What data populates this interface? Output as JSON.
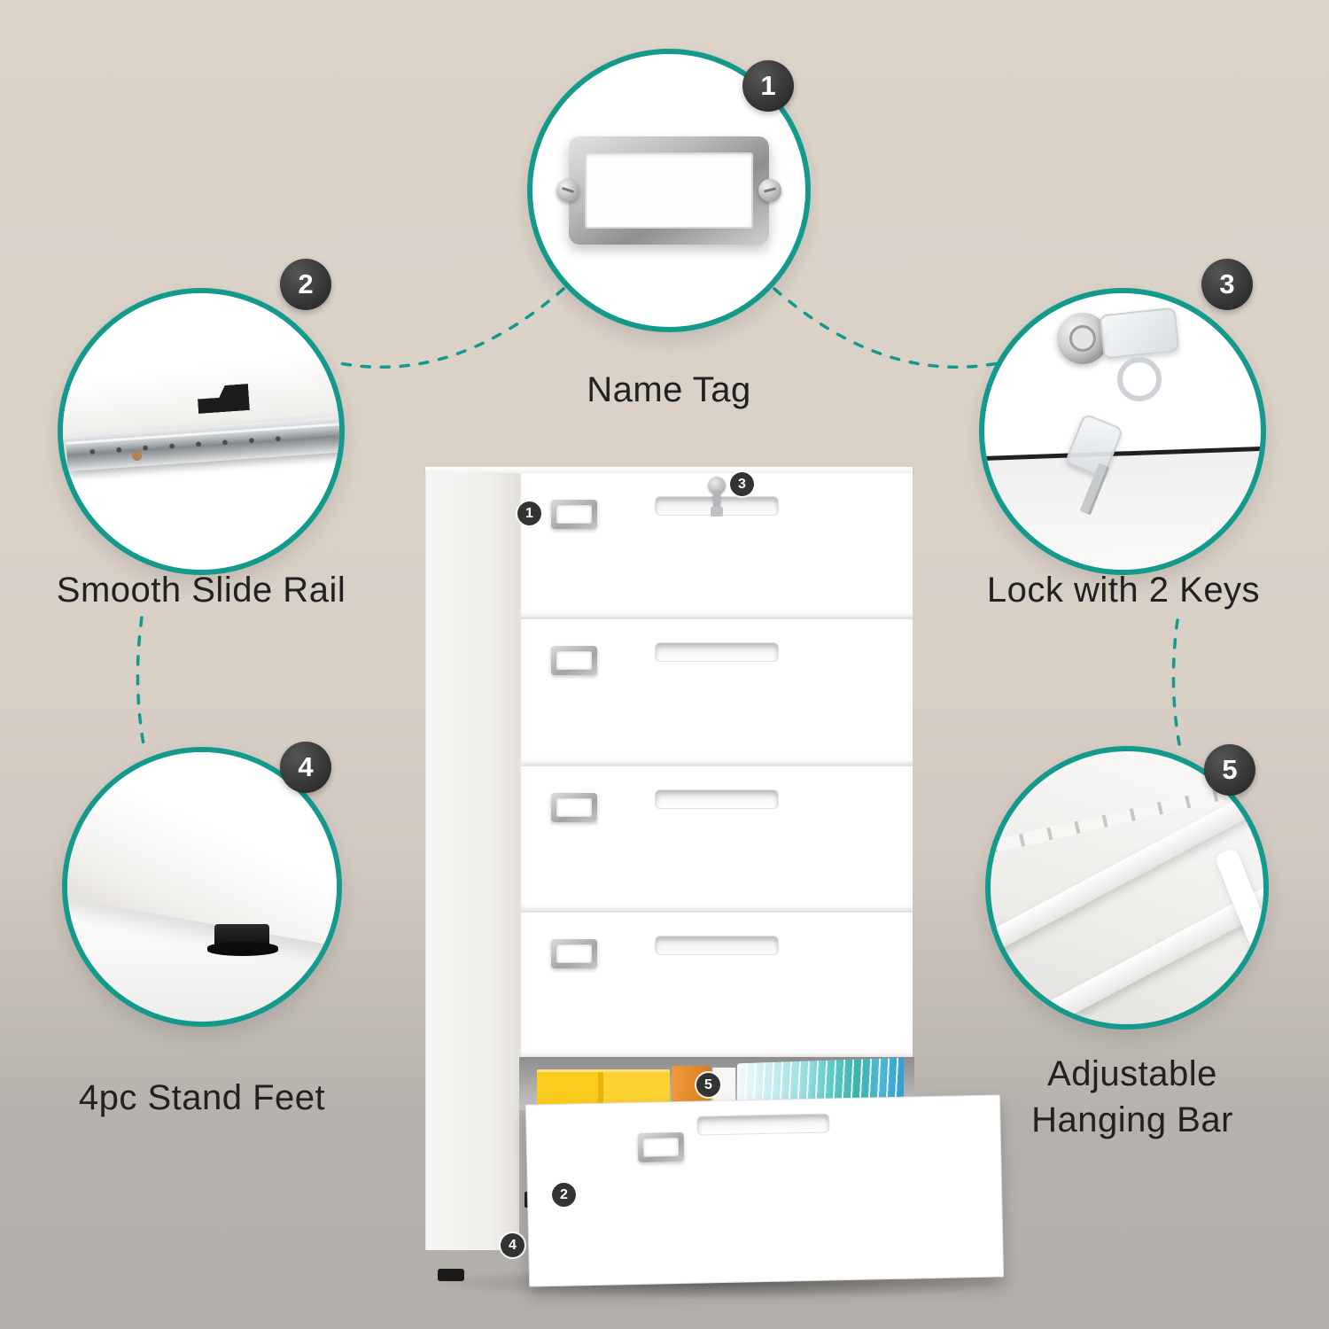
{
  "colors": {
    "accent_teal": "#149a8d",
    "badge_bg": "#363636",
    "label_text": "#212121",
    "background_wall": "#d8cfc5",
    "background_floor": "#b2aeaa",
    "cabinet_white": "#ffffff",
    "file_yellow": "#f9cc1e",
    "file_orange": "#ef9a3a",
    "file_teal": "#3db4a8"
  },
  "features": [
    {
      "num": "1",
      "label": "Name Tag"
    },
    {
      "num": "2",
      "label": "Smooth Slide Rail"
    },
    {
      "num": "3",
      "label": "Lock with 2 Keys"
    },
    {
      "num": "4",
      "label": "4pc Stand Feet"
    },
    {
      "num": "5",
      "label": "Adjustable Hanging Bar"
    }
  ],
  "cabinet": {
    "drawer_count": 5,
    "open_drawer": "bottom",
    "markers": {
      "name_tag": "1",
      "slide_rail": "2",
      "lock": "3",
      "stand_feet": "4",
      "hanging_bar": "5"
    }
  }
}
